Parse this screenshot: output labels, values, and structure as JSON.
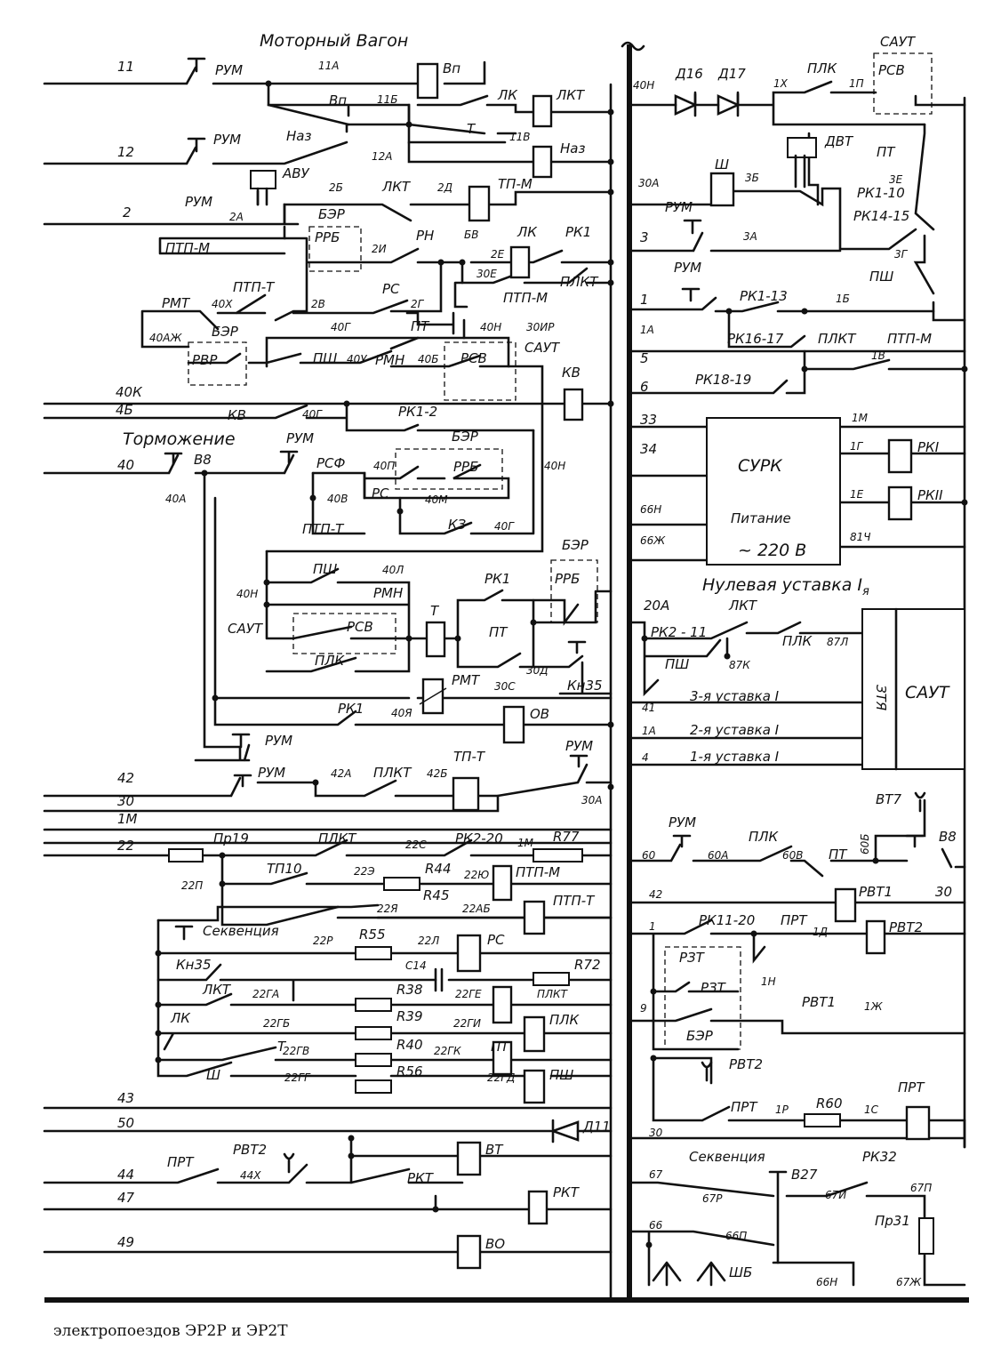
{
  "headings": {
    "motor_car": "Моторный Вагон",
    "braking": "Торможение",
    "zero_setting": "Нулевая уставка I",
    "zero_setting_sub": "я",
    "sequence_left": "Секвенция",
    "sequence_right": "Секвенция",
    "caption": "электропоездов ЭР2Р и ЭР2Т"
  },
  "wires_left": [
    "11",
    "12",
    "2",
    "40К",
    "4Б",
    "40",
    "42",
    "30",
    "1М",
    "22",
    "43",
    "50",
    "44",
    "47",
    "49"
  ],
  "wires_right": [
    "40Н",
    "30А",
    "3",
    "1",
    "1А",
    "5",
    "6",
    "33",
    "34",
    "66Н",
    "66Ж",
    "20А",
    "41",
    "1А",
    "4",
    "60",
    "42",
    "1",
    "9",
    "30",
    "67",
    "66"
  ],
  "labels": [
    {
      "id": "l-rum1",
      "text": "РУМ"
    },
    {
      "id": "l-11a",
      "text": "11А"
    },
    {
      "id": "l-vp",
      "text": "Вп"
    },
    {
      "id": "l-vp2",
      "text": "Вп"
    },
    {
      "id": "l-11b",
      "text": "11Б"
    },
    {
      "id": "l-lk1",
      "text": "ЛК"
    },
    {
      "id": "l-lkt1",
      "text": "ЛКТ"
    },
    {
      "id": "l-t1",
      "text": "Т"
    },
    {
      "id": "l-11v",
      "text": "11В"
    },
    {
      "id": "l-rum2",
      "text": "РУМ"
    },
    {
      "id": "l-naz1",
      "text": "Наз"
    },
    {
      "id": "l-12a",
      "text": "12А"
    },
    {
      "id": "l-naz2",
      "text": "Наз"
    },
    {
      "id": "l-avu",
      "text": "АВУ"
    },
    {
      "id": "l-rum3",
      "text": "РУМ"
    },
    {
      "id": "l-2a",
      "text": "2А"
    },
    {
      "id": "l-2b",
      "text": "2Б"
    },
    {
      "id": "l-lkt2",
      "text": "ЛКТ"
    },
    {
      "id": "l-2d",
      "text": "2Д"
    },
    {
      "id": "l-tpm1",
      "text": "ТП-М"
    },
    {
      "id": "l-ber1",
      "text": "БЭР"
    },
    {
      "id": "l-rrb1",
      "text": "РРБ"
    },
    {
      "id": "l-2i",
      "text": "2И"
    },
    {
      "id": "l-rn",
      "text": "РН"
    },
    {
      "id": "l-bv",
      "text": "БВ"
    },
    {
      "id": "l-lk2",
      "text": "ЛК"
    },
    {
      "id": "l-2e",
      "text": "2Е"
    },
    {
      "id": "l-rk1a",
      "text": "РК1"
    },
    {
      "id": "l-ptpm1",
      "text": "ПТП-М"
    },
    {
      "id": "l-30e",
      "text": "30Е"
    },
    {
      "id": "l-ptpt1",
      "text": "ПТП-Т"
    },
    {
      "id": "l-rmt1",
      "text": "РМТ"
    },
    {
      "id": "l-40x",
      "text": "40Х"
    },
    {
      "id": "l-2v",
      "text": "2В"
    },
    {
      "id": "l-rs1",
      "text": "РС"
    },
    {
      "id": "l-2g",
      "text": "2Г"
    },
    {
      "id": "l-ptpm2",
      "text": "ПТП-М"
    },
    {
      "id": "l-plkt1",
      "text": "ПЛКТ"
    },
    {
      "id": "l-40azh",
      "text": "40АЖ"
    },
    {
      "id": "l-ber2",
      "text": "БЭР"
    },
    {
      "id": "l-40g1",
      "text": "40Г"
    },
    {
      "id": "l-pt1",
      "text": "ПТ"
    },
    {
      "id": "l-40n1",
      "text": "40Н"
    },
    {
      "id": "l-30ir",
      "text": "30ИР"
    },
    {
      "id": "l-saut1",
      "text": "САУТ"
    },
    {
      "id": "l-rvr",
      "text": "РВР"
    },
    {
      "id": "l-psh1",
      "text": "ПШ"
    },
    {
      "id": "l-40u",
      "text": "40У"
    },
    {
      "id": "l-rmn1",
      "text": "РМН"
    },
    {
      "id": "l-40b",
      "text": "40Б"
    },
    {
      "id": "l-rsv1",
      "text": "РСВ"
    },
    {
      "id": "l-kv1",
      "text": "КВ"
    },
    {
      "id": "l-kv2",
      "text": "КВ"
    },
    {
      "id": "l-40g2",
      "text": "40Г"
    },
    {
      "id": "l-rk12",
      "text": "РК1-2"
    },
    {
      "id": "l-ber3",
      "text": "БЭР"
    },
    {
      "id": "l-rum4",
      "text": "РУМ"
    },
    {
      "id": "l-v8a",
      "text": "В8"
    },
    {
      "id": "l-rsf",
      "text": "РСФ"
    },
    {
      "id": "l-40p",
      "text": "40П"
    },
    {
      "id": "l-rrb2",
      "text": "РРБ"
    },
    {
      "id": "l-40a",
      "text": "40А"
    },
    {
      "id": "l-40n2",
      "text": "40Н"
    },
    {
      "id": "l-40v",
      "text": "40В"
    },
    {
      "id": "l-rs2",
      "text": "РС"
    },
    {
      "id": "l-40m",
      "text": "40М"
    },
    {
      "id": "l-kz",
      "text": "КЗ"
    },
    {
      "id": "l-40g3",
      "text": "40Г"
    },
    {
      "id": "l-ptpt2",
      "text": "ПТП-Т"
    },
    {
      "id": "l-ber4",
      "text": "БЭР"
    },
    {
      "id": "l-psh2",
      "text": "ПШ"
    },
    {
      "id": "l-40l",
      "text": "40Л"
    },
    {
      "id": "l-40n3",
      "text": "40Н"
    },
    {
      "id": "l-rmn2",
      "text": "РМН"
    },
    {
      "id": "l-rk1b",
      "text": "РК1"
    },
    {
      "id": "l-rrb3",
      "text": "РРБ"
    },
    {
      "id": "l-saut2",
      "text": "САУТ"
    },
    {
      "id": "l-rsv2",
      "text": "РСВ"
    },
    {
      "id": "l-t2",
      "text": "Т"
    },
    {
      "id": "l-pt2",
      "text": "ПТ"
    },
    {
      "id": "l-plk1",
      "text": "ПЛК"
    },
    {
      "id": "l-30d",
      "text": "30Д"
    },
    {
      "id": "l-kn35a",
      "text": "Кн35"
    },
    {
      "id": "l-rmt2",
      "text": "РМТ"
    },
    {
      "id": "l-30s",
      "text": "30С"
    },
    {
      "id": "l-rk1c",
      "text": "РК1"
    },
    {
      "id": "l-40ya",
      "text": "40Я"
    },
    {
      "id": "l-ov",
      "text": "ОВ"
    },
    {
      "id": "l-rum5",
      "text": "РУМ"
    },
    {
      "id": "l-rum6",
      "text": "РУМ"
    },
    {
      "id": "l-42a",
      "text": "42А"
    },
    {
      "id": "l-plkt2",
      "text": "ПЛКТ"
    },
    {
      "id": "l-42b",
      "text": "42Б"
    },
    {
      "id": "l-tpt",
      "text": "ТП-Т"
    },
    {
      "id": "l-rum7",
      "text": "РУМ"
    },
    {
      "id": "l-30a1",
      "text": "30А"
    },
    {
      "id": "l-pr19",
      "text": "Пр19"
    },
    {
      "id": "l-plkt3",
      "text": "ПЛКТ"
    },
    {
      "id": "l-22s",
      "text": "22С"
    },
    {
      "id": "l-rk220a",
      "text": "РК2-20"
    },
    {
      "id": "l-1m1",
      "text": "1М"
    },
    {
      "id": "l-r77",
      "text": "R77"
    },
    {
      "id": "l-22p1",
      "text": "22П"
    },
    {
      "id": "l-tp10",
      "text": "ТП10"
    },
    {
      "id": "l-22e",
      "text": "22Э"
    },
    {
      "id": "l-r44",
      "text": "R44"
    },
    {
      "id": "l-22yu",
      "text": "22Ю"
    },
    {
      "id": "l-ptpm3",
      "text": "ПТП-М"
    },
    {
      "id": "l-r45",
      "text": "R45"
    },
    {
      "id": "l-22ya",
      "text": "22Я"
    },
    {
      "id": "l-22ab",
      "text": "22АБ"
    },
    {
      "id": "l-ptpt3",
      "text": "ПТП-Т"
    },
    {
      "id": "l-22r",
      "text": "22Р"
    },
    {
      "id": "l-r55",
      "text": "R55"
    },
    {
      "id": "l-22l",
      "text": "22Л"
    },
    {
      "id": "l-rs3",
      "text": "РС"
    },
    {
      "id": "l-kn35b",
      "text": "Кн35"
    },
    {
      "id": "l-c14",
      "text": "С14"
    },
    {
      "id": "l-r72",
      "text": "R72"
    },
    {
      "id": "l-lkt3",
      "text": "ЛКТ"
    },
    {
      "id": "l-22ga",
      "text": "22ГА"
    },
    {
      "id": "l-r38",
      "text": "R38"
    },
    {
      "id": "l-22ge",
      "text": "22ГЕ"
    },
    {
      "id": "l-plkt4",
      "text": "ПЛКТ"
    },
    {
      "id": "l-lk3",
      "text": "ЛК"
    },
    {
      "id": "l-22gb",
      "text": "22ГБ"
    },
    {
      "id": "l-r39",
      "text": "R39"
    },
    {
      "id": "l-22gi",
      "text": "22ГИ"
    },
    {
      "id": "l-plk2",
      "text": "ПЛК"
    },
    {
      "id": "l-t3",
      "text": "Т"
    },
    {
      "id": "l-22gv",
      "text": "22ГВ"
    },
    {
      "id": "l-r40",
      "text": "R40"
    },
    {
      "id": "l-22gk",
      "text": "22ГК"
    },
    {
      "id": "l-pt3",
      "text": "ПТ"
    },
    {
      "id": "l-sh",
      "text": "Ш"
    },
    {
      "id": "l-22gg",
      "text": "22ГГ"
    },
    {
      "id": "l-r56",
      "text": "R56"
    },
    {
      "id": "l-22gd",
      "text": "22ГД"
    },
    {
      "id": "l-psh3",
      "text": "ПШ"
    },
    {
      "id": "l-d11",
      "text": "Д11"
    },
    {
      "id": "l-prt1",
      "text": "ПРТ"
    },
    {
      "id": "l-rvt2a",
      "text": "РВТ2"
    },
    {
      "id": "l-44x",
      "text": "44Х"
    },
    {
      "id": "l-vt",
      "text": "ВТ"
    },
    {
      "id": "l-rkt1",
      "text": "РКТ"
    },
    {
      "id": "l-rkt2",
      "text": "РКТ"
    },
    {
      "id": "l-vo",
      "text": "ВО"
    },
    {
      "id": "l-saut3",
      "text": "САУТ"
    },
    {
      "id": "l-d16",
      "text": "Д16"
    },
    {
      "id": "l-d17",
      "text": "Д17"
    },
    {
      "id": "l-1x",
      "text": "1Х"
    },
    {
      "id": "l-plk3",
      "text": "ПЛК"
    },
    {
      "id": "l-1p1",
      "text": "1П"
    },
    {
      "id": "l-rsv3",
      "text": "РСВ"
    },
    {
      "id": "l-dvt",
      "text": "ДВТ"
    },
    {
      "id": "l-pt4",
      "text": "ПТ"
    },
    {
      "id": "l-sh2",
      "text": "Ш"
    },
    {
      "id": "l-3b",
      "text": "3Б"
    },
    {
      "id": "l-3e",
      "text": "3Е"
    },
    {
      "id": "l-rk110",
      "text": "РК1-10"
    },
    {
      "id": "l-rk1415",
      "text": "РК14-15"
    },
    {
      "id": "l-rum8",
      "text": "РУМ"
    },
    {
      "id": "l-3a",
      "text": "3А"
    },
    {
      "id": "l-3g",
      "text": "3Г"
    },
    {
      "id": "l-psh4",
      "text": "ПШ"
    },
    {
      "id": "l-rum9",
      "text": "РУМ"
    },
    {
      "id": "l-rk113",
      "text": "РК1-13"
    },
    {
      "id": "l-1b",
      "text": "1Б"
    },
    {
      "id": "l-rk1617",
      "text": "РК16-17"
    },
    {
      "id": "l-plkt5",
      "text": "ПЛКТ"
    },
    {
      "id": "l-ptpm4",
      "text": "ПТП-М"
    },
    {
      "id": "l-1v",
      "text": "1В"
    },
    {
      "id": "l-rk1819",
      "text": "РК18-19"
    },
    {
      "id": "l-1m2",
      "text": "1М"
    },
    {
      "id": "l-surk",
      "text": "СУРК"
    },
    {
      "id": "l-1g",
      "text": "1Г"
    },
    {
      "id": "l-rk-i",
      "text": "РКI"
    },
    {
      "id": "l-1e",
      "text": "1Е"
    },
    {
      "id": "l-rk-ii",
      "text": "РКII"
    },
    {
      "id": "l-power",
      "text": "Питание"
    },
    {
      "id": "l-220",
      "text": "~ 220 В"
    },
    {
      "id": "l-81ch",
      "text": "81Ч"
    },
    {
      "id": "l-lkt4",
      "text": "ЛКТ"
    },
    {
      "id": "l-rk211",
      "text": "РК2 - 11"
    },
    {
      "id": "l-plk4",
      "text": "ПЛК"
    },
    {
      "id": "l-87l",
      "text": "87Л"
    },
    {
      "id": "l-psh5",
      "text": "ПШ"
    },
    {
      "id": "l-87k",
      "text": "87К"
    },
    {
      "id": "l-zty",
      "text": "ЗТЯ"
    },
    {
      "id": "l-saut4",
      "text": "САУТ"
    },
    {
      "id": "l-set3",
      "text": "3-я уставка I"
    },
    {
      "id": "l-set2",
      "text": "2-я уставка I"
    },
    {
      "id": "l-set1",
      "text": "1-я уставка I"
    },
    {
      "id": "l-vt7",
      "text": "ВТ7"
    },
    {
      "id": "l-v8b",
      "text": "В8"
    },
    {
      "id": "l-rum10",
      "text": "РУМ"
    },
    {
      "id": "l-plk5",
      "text": "ПЛК"
    },
    {
      "id": "l-60a",
      "text": "60А"
    },
    {
      "id": "l-60v",
      "text": "60В"
    },
    {
      "id": "l-pt5",
      "text": "ПТ"
    },
    {
      "id": "l-60b",
      "text": "60Б"
    },
    {
      "id": "l-30r",
      "text": "30"
    },
    {
      "id": "l-rvt1a",
      "text": "РВТ1"
    },
    {
      "id": "l-rk1120",
      "text": "РК11-20"
    },
    {
      "id": "l-prt2",
      "text": "ПРТ"
    },
    {
      "id": "l-1d",
      "text": "1Д"
    },
    {
      "id": "l-rvt2b",
      "text": "РВТ2"
    },
    {
      "id": "l-rzt1",
      "text": "РЗТ"
    },
    {
      "id": "l-rzt2",
      "text": "РЗТ"
    },
    {
      "id": "l-1n",
      "text": "1Н"
    },
    {
      "id": "l-rvt1b",
      "text": "РВТ1"
    },
    {
      "id": "l-1zh",
      "text": "1Ж"
    },
    {
      "id": "l-ber5",
      "text": "БЭР"
    },
    {
      "id": "l-rvt2c",
      "text": "РВТ2"
    },
    {
      "id": "l-prt3",
      "text": "ПРТ"
    },
    {
      "id": "l-1r",
      "text": "1Р"
    },
    {
      "id": "l-r60",
      "text": "R60"
    },
    {
      "id": "l-1s",
      "text": "1С"
    },
    {
      "id": "l-prt4",
      "text": "ПРТ"
    },
    {
      "id": "l-v27",
      "text": "В27"
    },
    {
      "id": "l-rk32",
      "text": "РК32"
    },
    {
      "id": "l-67r",
      "text": "67Р"
    },
    {
      "id": "l-67i",
      "text": "67И"
    },
    {
      "id": "l-67p",
      "text": "67П"
    },
    {
      "id": "l-pr31",
      "text": "Пр31"
    },
    {
      "id": "l-66p",
      "text": "66П"
    },
    {
      "id": "l-shb",
      "text": "ШБ"
    },
    {
      "id": "l-66n",
      "text": "66Н"
    },
    {
      "id": "l-67zh",
      "text": "67Ж"
    }
  ]
}
